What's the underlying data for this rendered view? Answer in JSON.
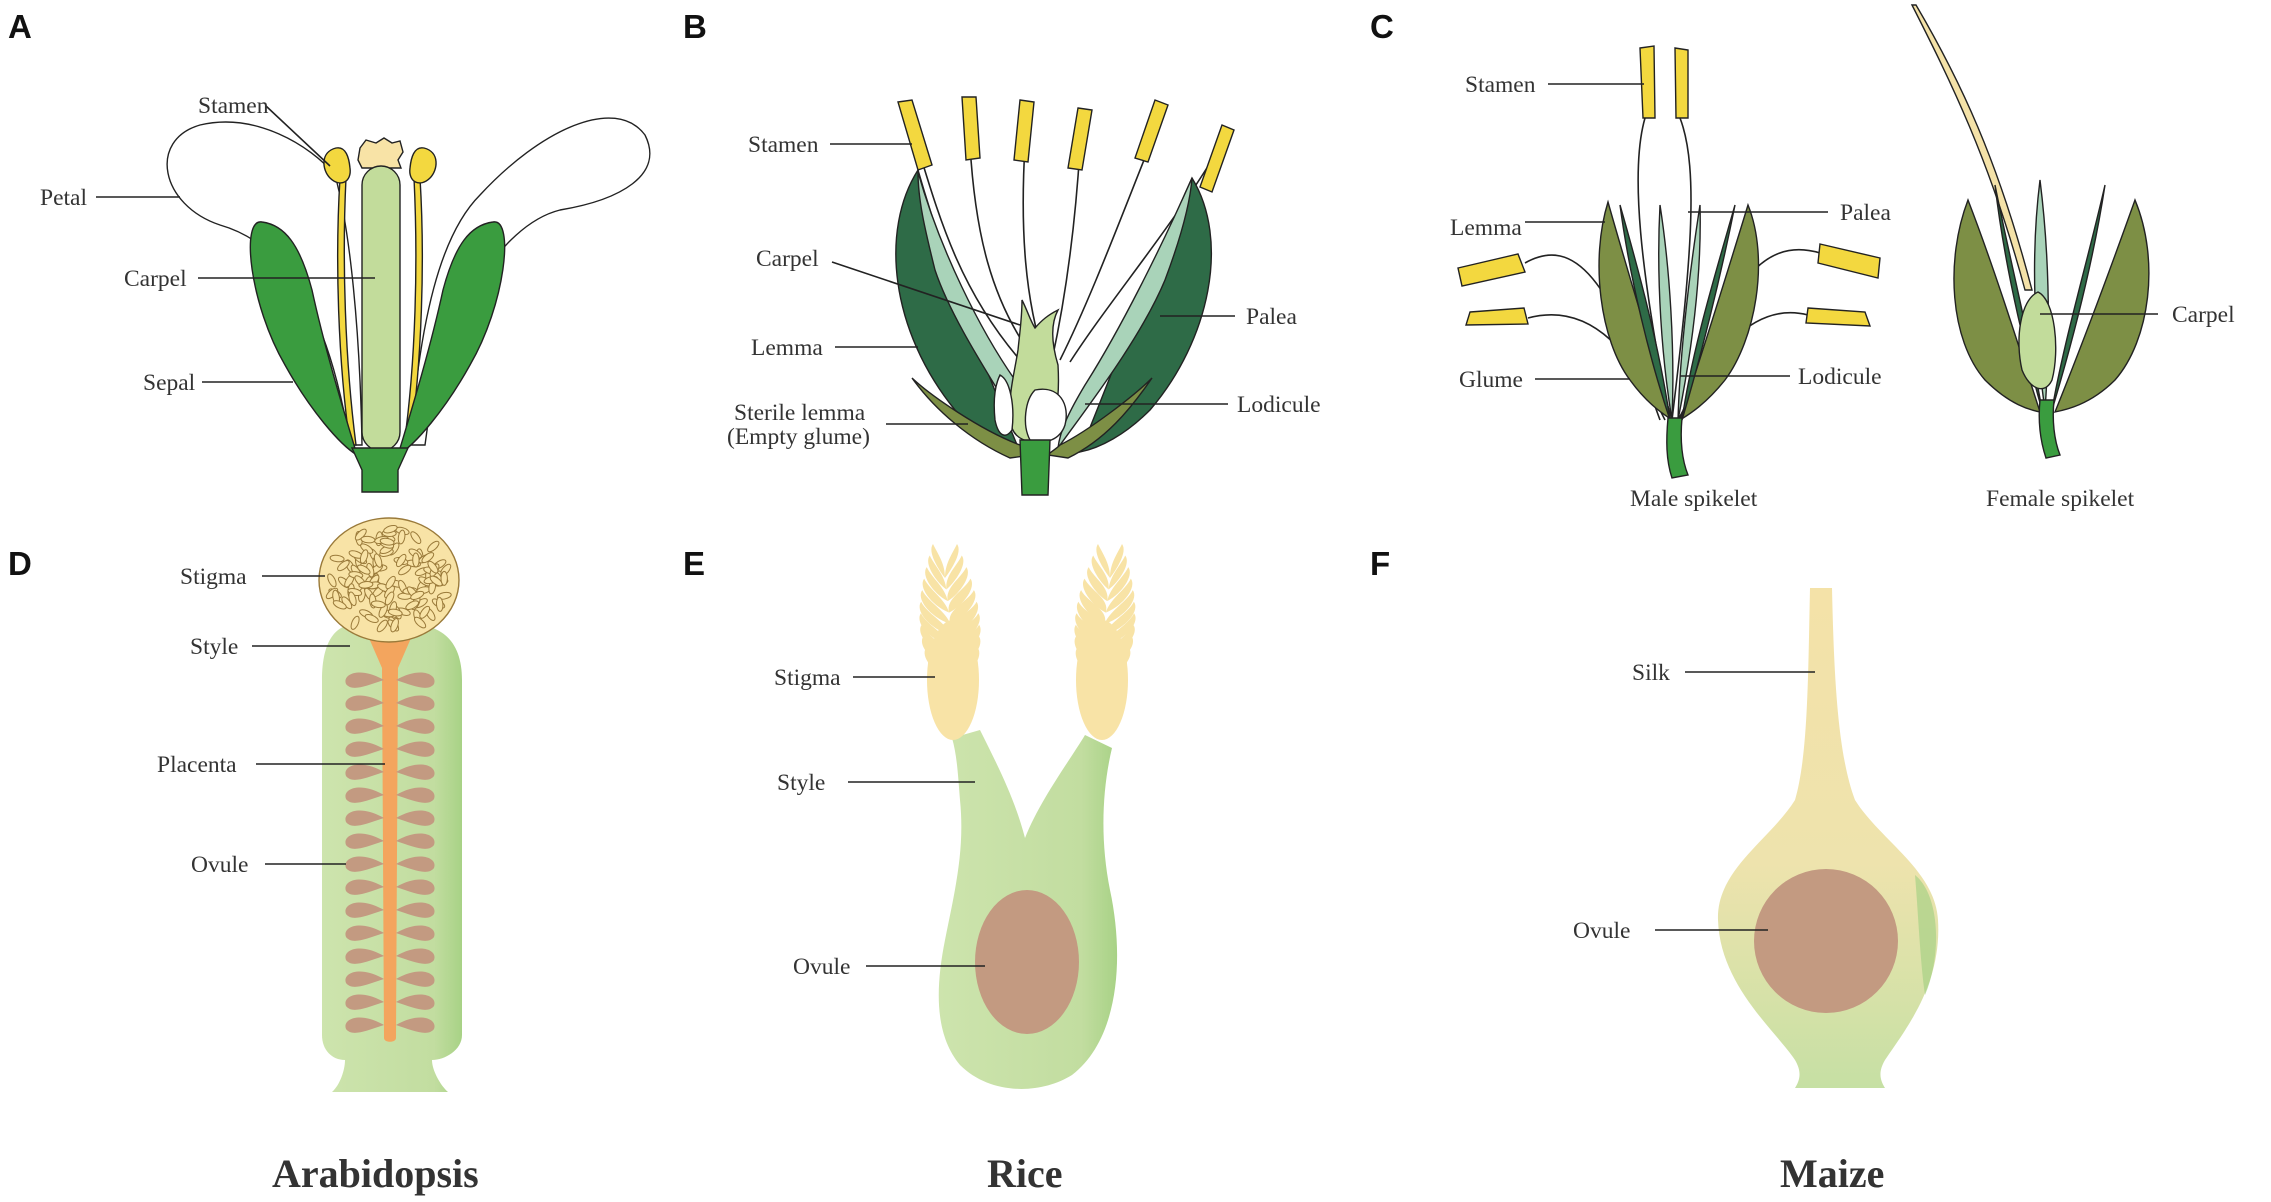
{
  "panels": [
    "A",
    "B",
    "C",
    "D",
    "E",
    "F"
  ],
  "panel_a": {
    "stamen": "Stamen",
    "petal": "Petal",
    "carpel": "Carpel",
    "sepal": "Sepal"
  },
  "panel_b": {
    "stamen": "Stamen",
    "carpel": "Carpel",
    "lemma": "Lemma",
    "sterile_lemma": "Sterile lemma",
    "empty_glume": "(Empty glume)",
    "palea": "Palea",
    "lodicule": "Lodicule"
  },
  "panel_c": {
    "stamen": "Stamen",
    "lemma": "Lemma",
    "glume": "Glume",
    "palea": "Palea",
    "lodicule": "Lodicule",
    "carpel": "Carpel",
    "male_caption": "Male spikelet",
    "female_caption": "Female spikelet"
  },
  "panel_d": {
    "stigma": "Stigma",
    "style": "Style",
    "placenta": "Placenta",
    "ovule": "Ovule"
  },
  "panel_e": {
    "stigma": "Stigma",
    "style": "Style",
    "ovule": "Ovule"
  },
  "panel_f": {
    "silk": "Silk",
    "ovule": "Ovule"
  },
  "captions": {
    "arabidopsis": "Arabidopsis",
    "rice": "Rice",
    "maize": "Maize"
  },
  "colors": {
    "sepal_green": "#3a9c3f",
    "dark_green": "#2e6b47",
    "light_green": "#a9d3b9",
    "olive": "#7d8f45",
    "stamen_yellow": "#f3d83f",
    "carpel_pale": "#c2dc9b",
    "ovary_pale": "#c6e0a4",
    "stigma_cream": "#f8e3a6",
    "ovule_brown": "#c39a81",
    "placenta_orange": "#f3a55e"
  }
}
